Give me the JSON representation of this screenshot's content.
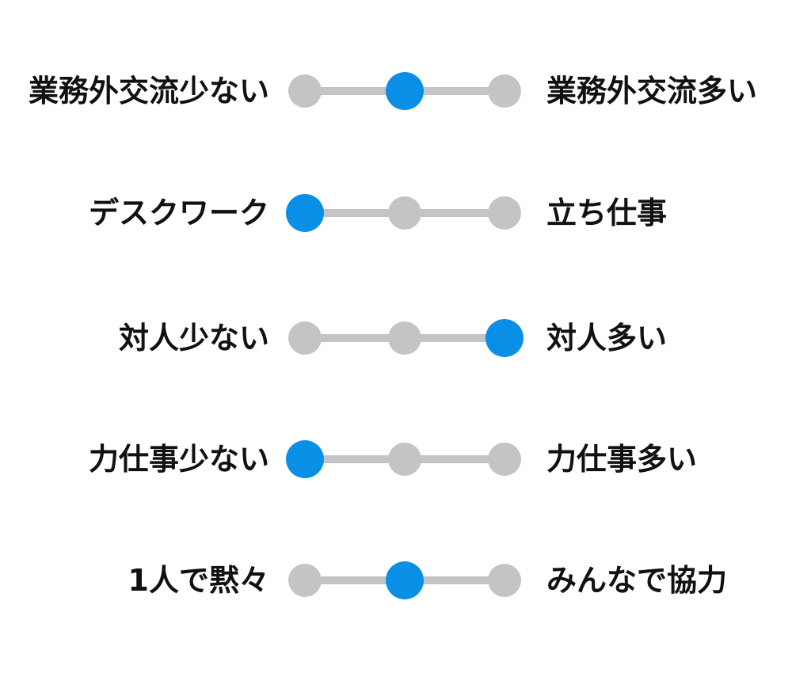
{
  "colors": {
    "selected": "#0a8fe6",
    "unselected": "#c4c4c4",
    "text": "#111111"
  },
  "sliders": [
    {
      "left_label": "業務外交流少ない",
      "right_label": "業務外交流多い",
      "selected_index": 1
    },
    {
      "left_label": "デスクワーク",
      "right_label": "立ち仕事",
      "selected_index": 0
    },
    {
      "left_label": "対人少ない",
      "right_label": "対人多い",
      "selected_index": 2
    },
    {
      "left_label": "力仕事少ない",
      "right_label": "力仕事多い",
      "selected_index": 0
    },
    {
      "left_label": "1人で黙々",
      "right_label": "みんなで協力",
      "selected_index": 1
    }
  ]
}
